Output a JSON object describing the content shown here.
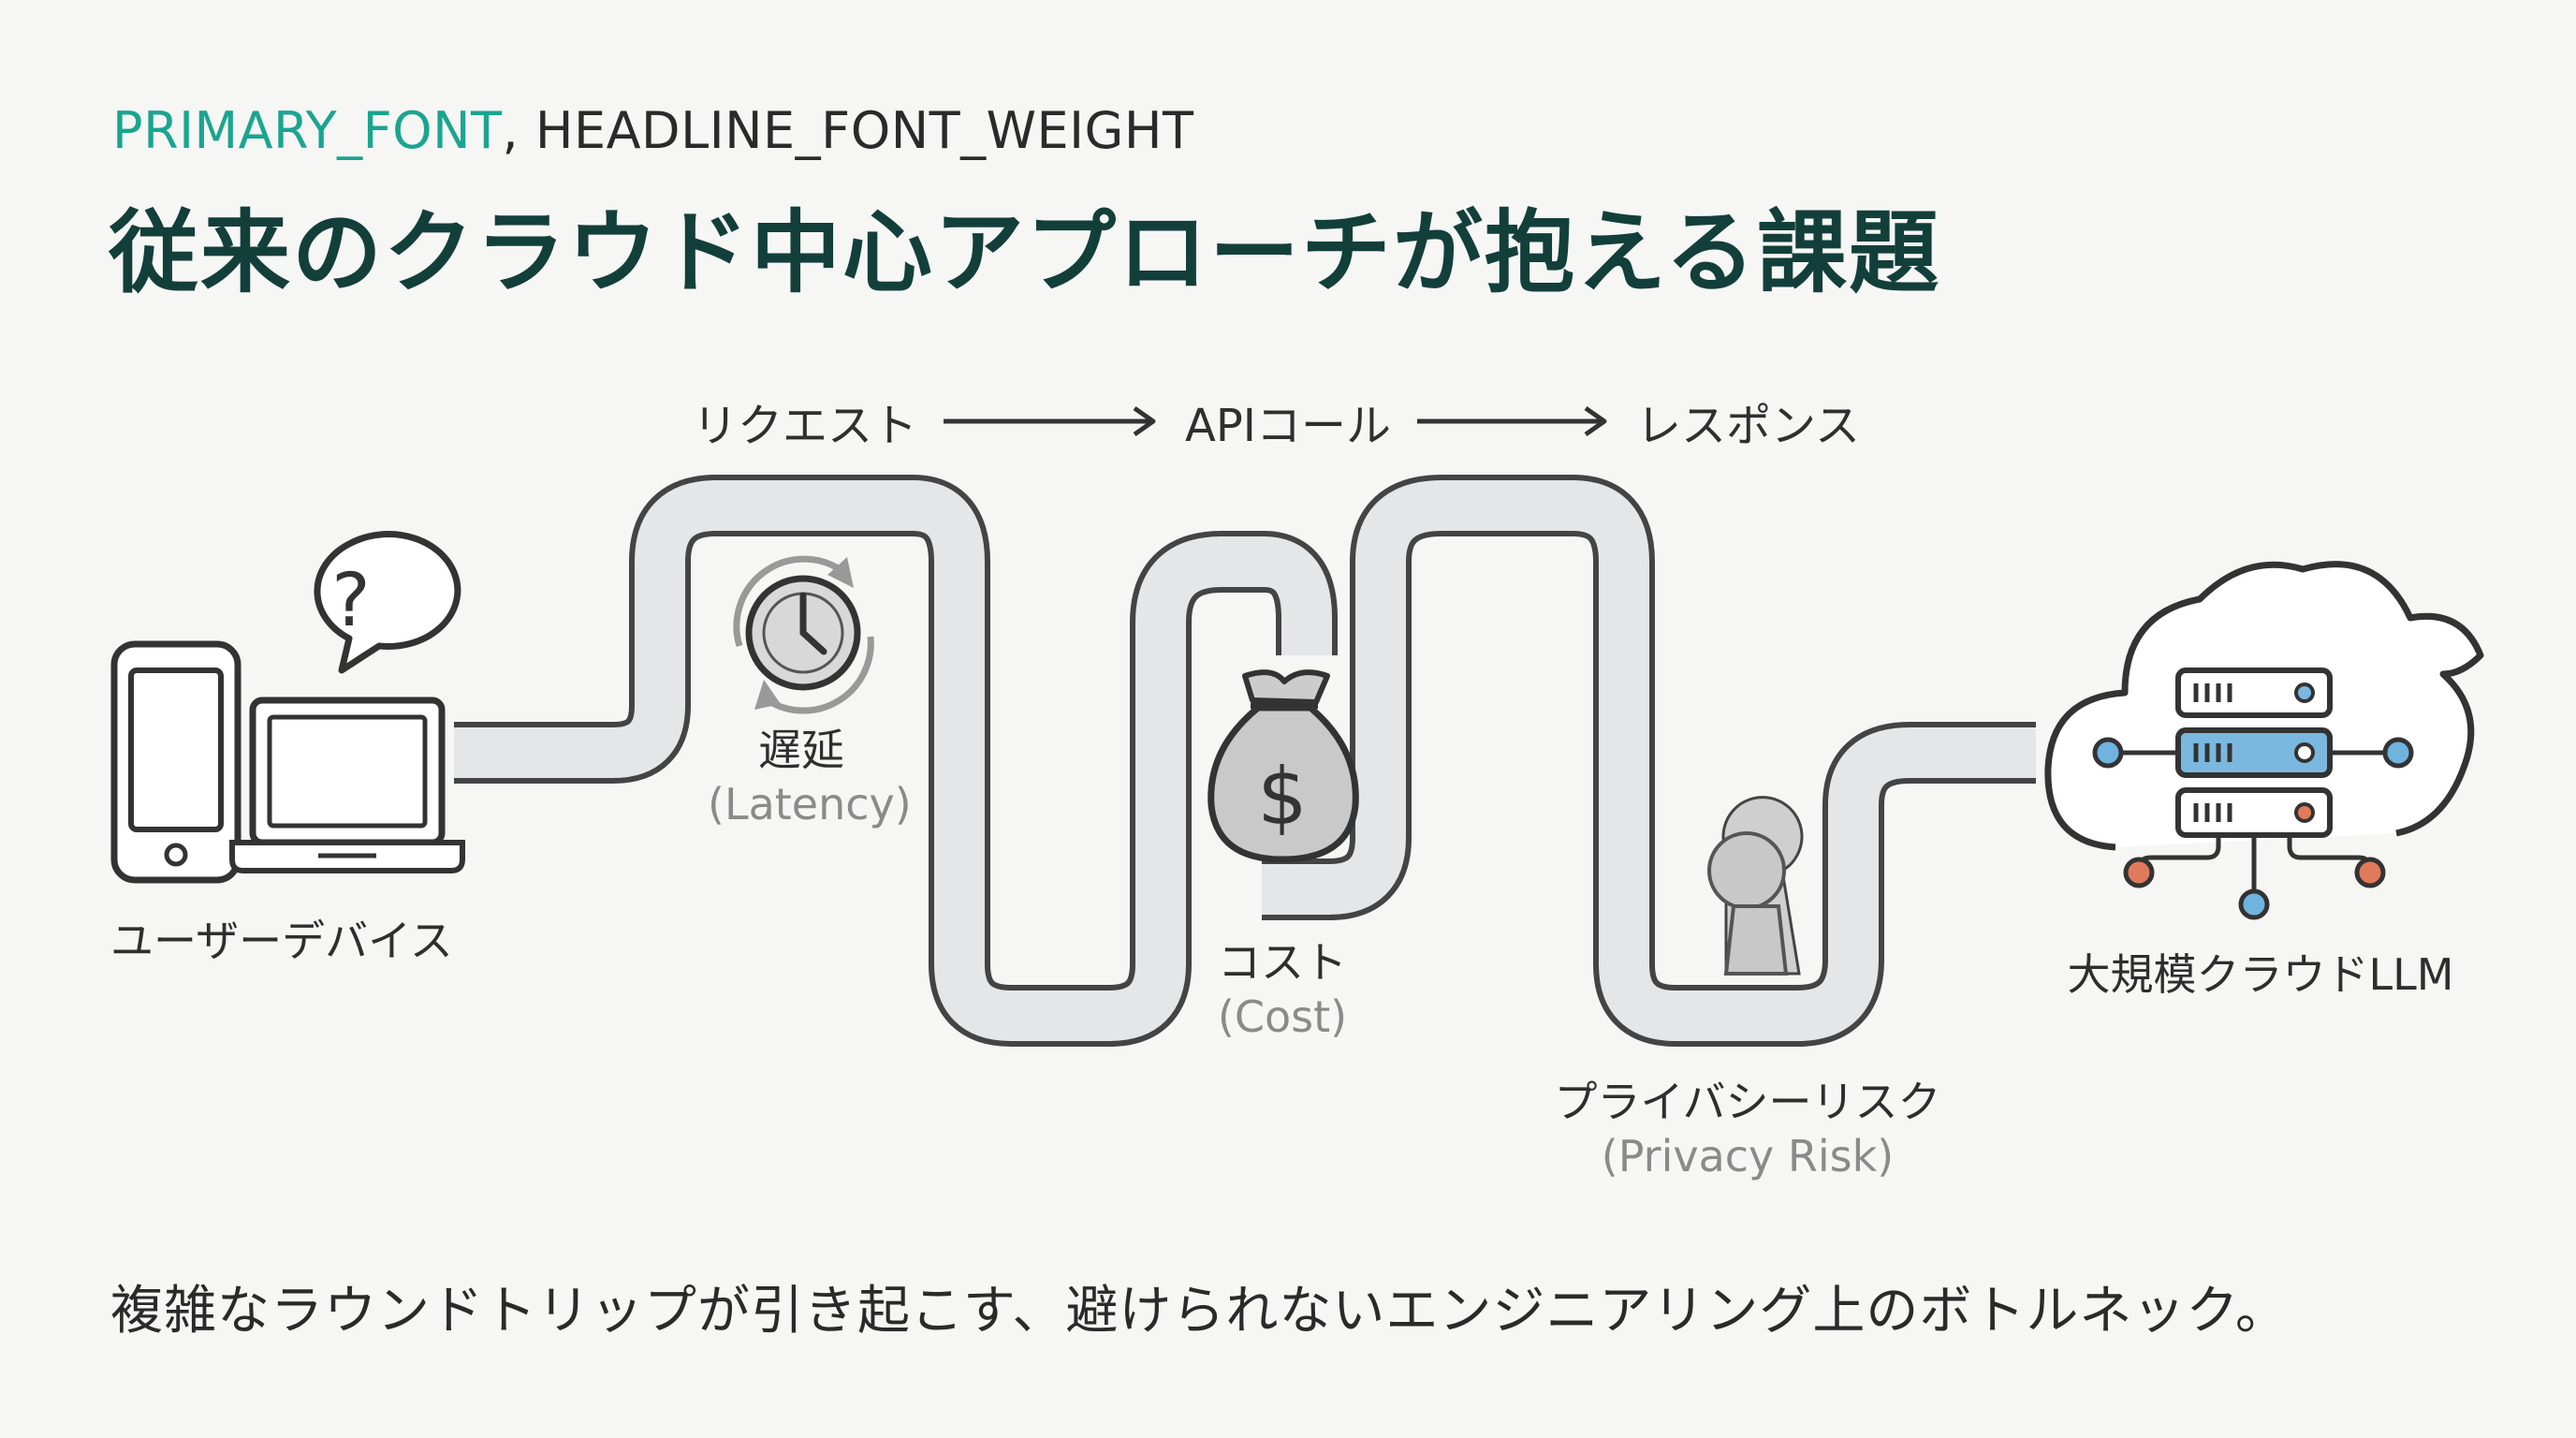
{
  "header": {
    "kicker_accent": "PRIMARY_FONT",
    "kicker_rest": ", HEADLINE_FONT_WEIGHT",
    "title": "従来のクラウド中心アプローチが抱える課題"
  },
  "flow": {
    "step1": "リクエスト",
    "step2": "APIコール",
    "step3": "レスポンス"
  },
  "nodes": {
    "device": "ユーザーデバイス",
    "cloud": "大規模クラウドLLM",
    "question_mark": "?"
  },
  "problems": {
    "latency_ja": "遅延",
    "latency_en": "(Latency)",
    "cost_ja": "コスト",
    "cost_en": "(Cost)",
    "privacy_ja": "プライバシーリスク",
    "privacy_en": "(Privacy Risk)",
    "dollar": "$"
  },
  "footer": {
    "text": "複雑なラウンドトリップが引き起こす、避けられないエンジニアリング上のボトルネック。"
  },
  "colors": {
    "accent": "#1aa58f",
    "title": "#133f3a",
    "pipe_fill": "#e4e6e8",
    "pipe_stroke": "#444444",
    "server_blue": "#6fb3df",
    "node_orange": "#e07a5a"
  },
  "icons": [
    "phone-icon",
    "laptop-icon",
    "question-bubble-icon",
    "clock-icon",
    "money-bag-icon",
    "keyhole-icon",
    "cloud-server-icon"
  ]
}
